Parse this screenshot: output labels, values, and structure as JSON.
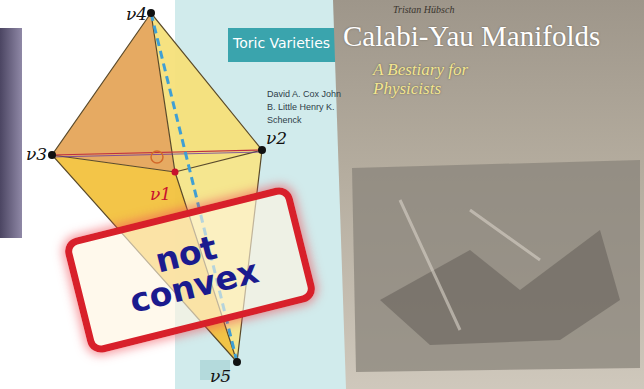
{
  "diagram": {
    "nodes": [
      {
        "text": [
          "Toric Varieties",
          "David A. Cox John B. Little Henry K. Schenck"
        ]
      },
      {
        "text": [
          "Tristan Hübsch",
          "Calabi-Yau Manifolds",
          "A Bestiary for Physicists"
        ]
      },
      {
        "text": [
          "not convex"
        ]
      }
    ],
    "labels": [
      "ν4",
      "ν3",
      "ν2",
      "ν1",
      "ν5"
    ]
  }
}
